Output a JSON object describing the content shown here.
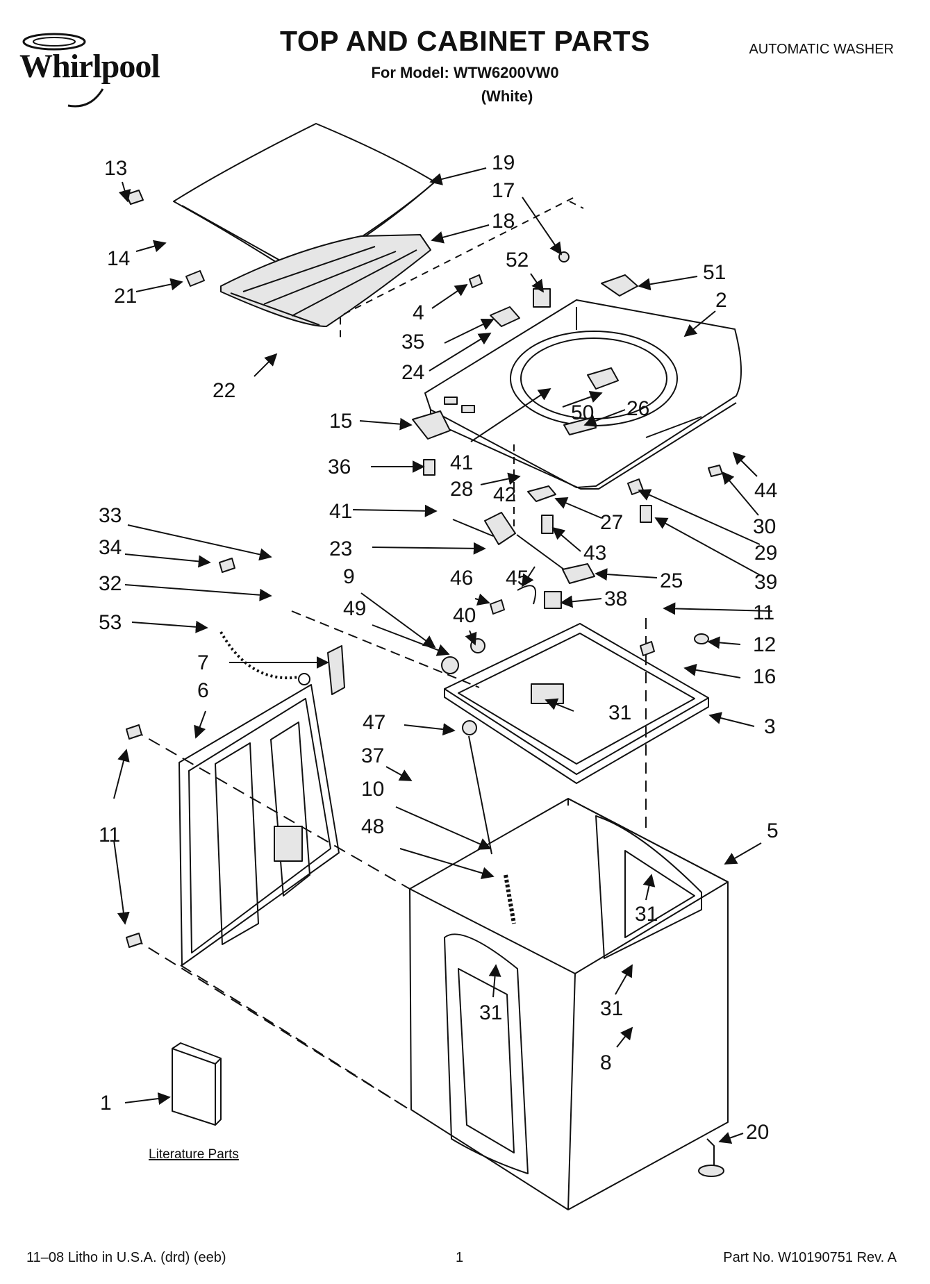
{
  "header": {
    "brand": "Whirlpool",
    "title": "TOP AND CABINET PARTS",
    "model_line": "For Model: WTW6200VW0",
    "variant": "(White)",
    "category": "AUTOMATIC WASHER"
  },
  "callouts": [
    "13",
    "19",
    "17",
    "18",
    "14",
    "52",
    "51",
    "21",
    "4",
    "2",
    "35",
    "24",
    "22",
    "50",
    "26",
    "15",
    "41",
    "36",
    "44",
    "28",
    "42",
    "30",
    "41",
    "27",
    "33",
    "23",
    "43",
    "29",
    "34",
    "25",
    "39",
    "32",
    "46",
    "45",
    "9",
    "38",
    "11",
    "49",
    "40",
    "53",
    "12",
    "7",
    "16",
    "6",
    "31",
    "3",
    "47",
    "37",
    "10",
    "11",
    "5",
    "48",
    "31",
    "31",
    "31",
    "8",
    "1",
    "20"
  ],
  "literature_label": "Literature Parts",
  "footer": {
    "left": "11–08 Litho in U.S.A. (drd) (eeb)",
    "page": "1",
    "part_no": "Part No. W10190751 Rev. A"
  },
  "colors": {
    "ink": "#111111",
    "paper": "#ffffff",
    "fill": "#e6e6e6"
  }
}
